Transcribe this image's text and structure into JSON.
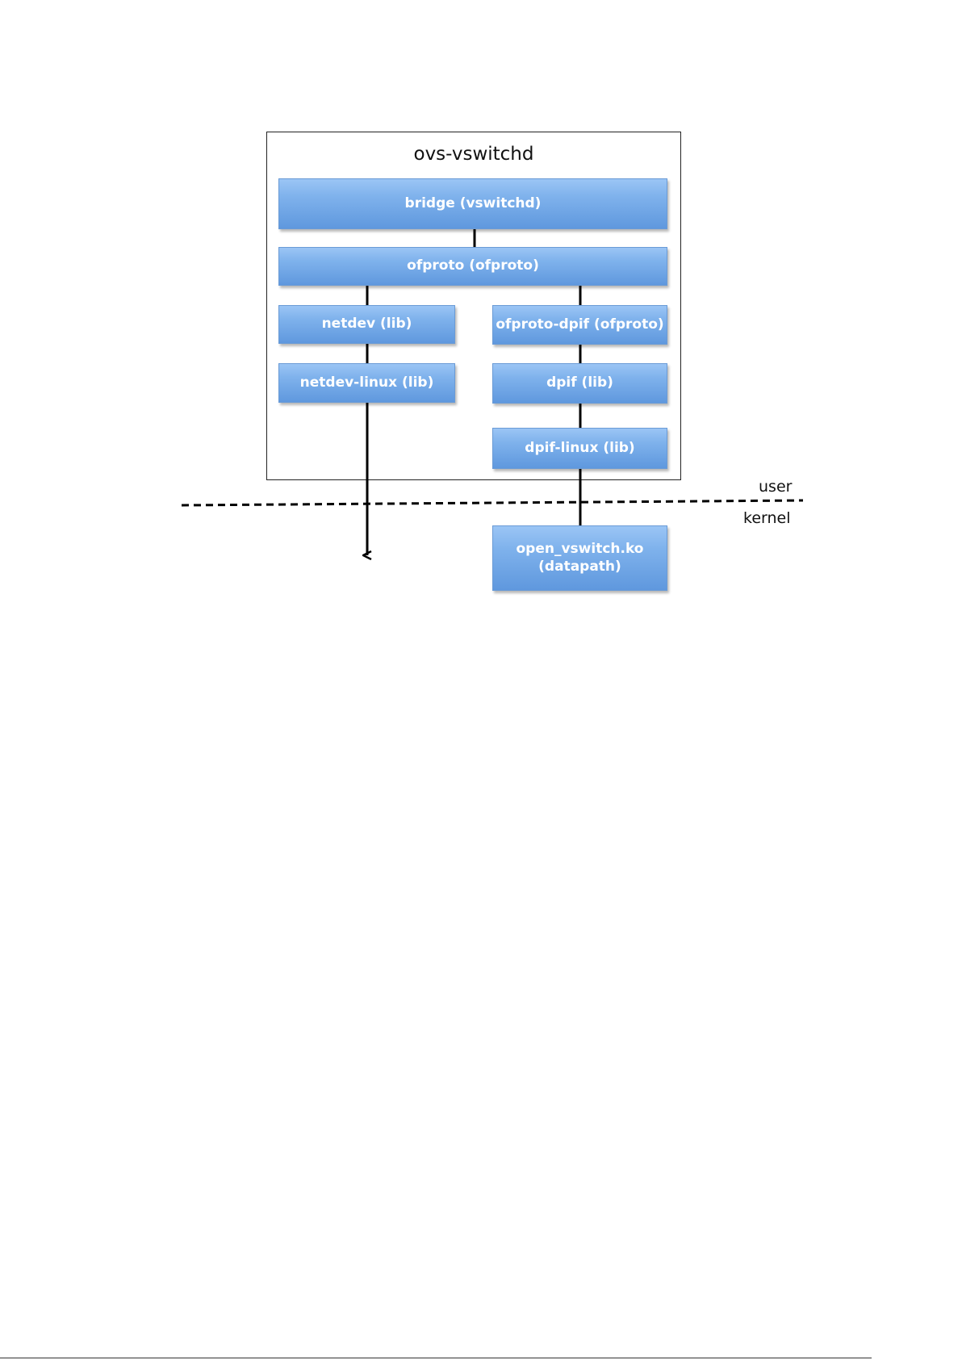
{
  "diagram": {
    "container_title": "ovs-vswitchd",
    "components": {
      "bridge": "bridge (vswitchd)",
      "ofproto": "ofproto (ofproto)",
      "netdev": "netdev (lib)",
      "netdev_linux": "netdev-linux (lib)",
      "ofproto_dpif": "ofproto-dpif (ofproto)",
      "dpif": "dpif (lib)",
      "dpif_linux": "dpif-linux (lib)",
      "open_vswitch": "open_vswitch.ko\n(datapath)"
    },
    "labels": {
      "user": "user",
      "kernel": "kernel"
    },
    "colors": {
      "box_fill": "#7fb2ec",
      "box_text": "#ffffff",
      "line": "#000000"
    }
  }
}
